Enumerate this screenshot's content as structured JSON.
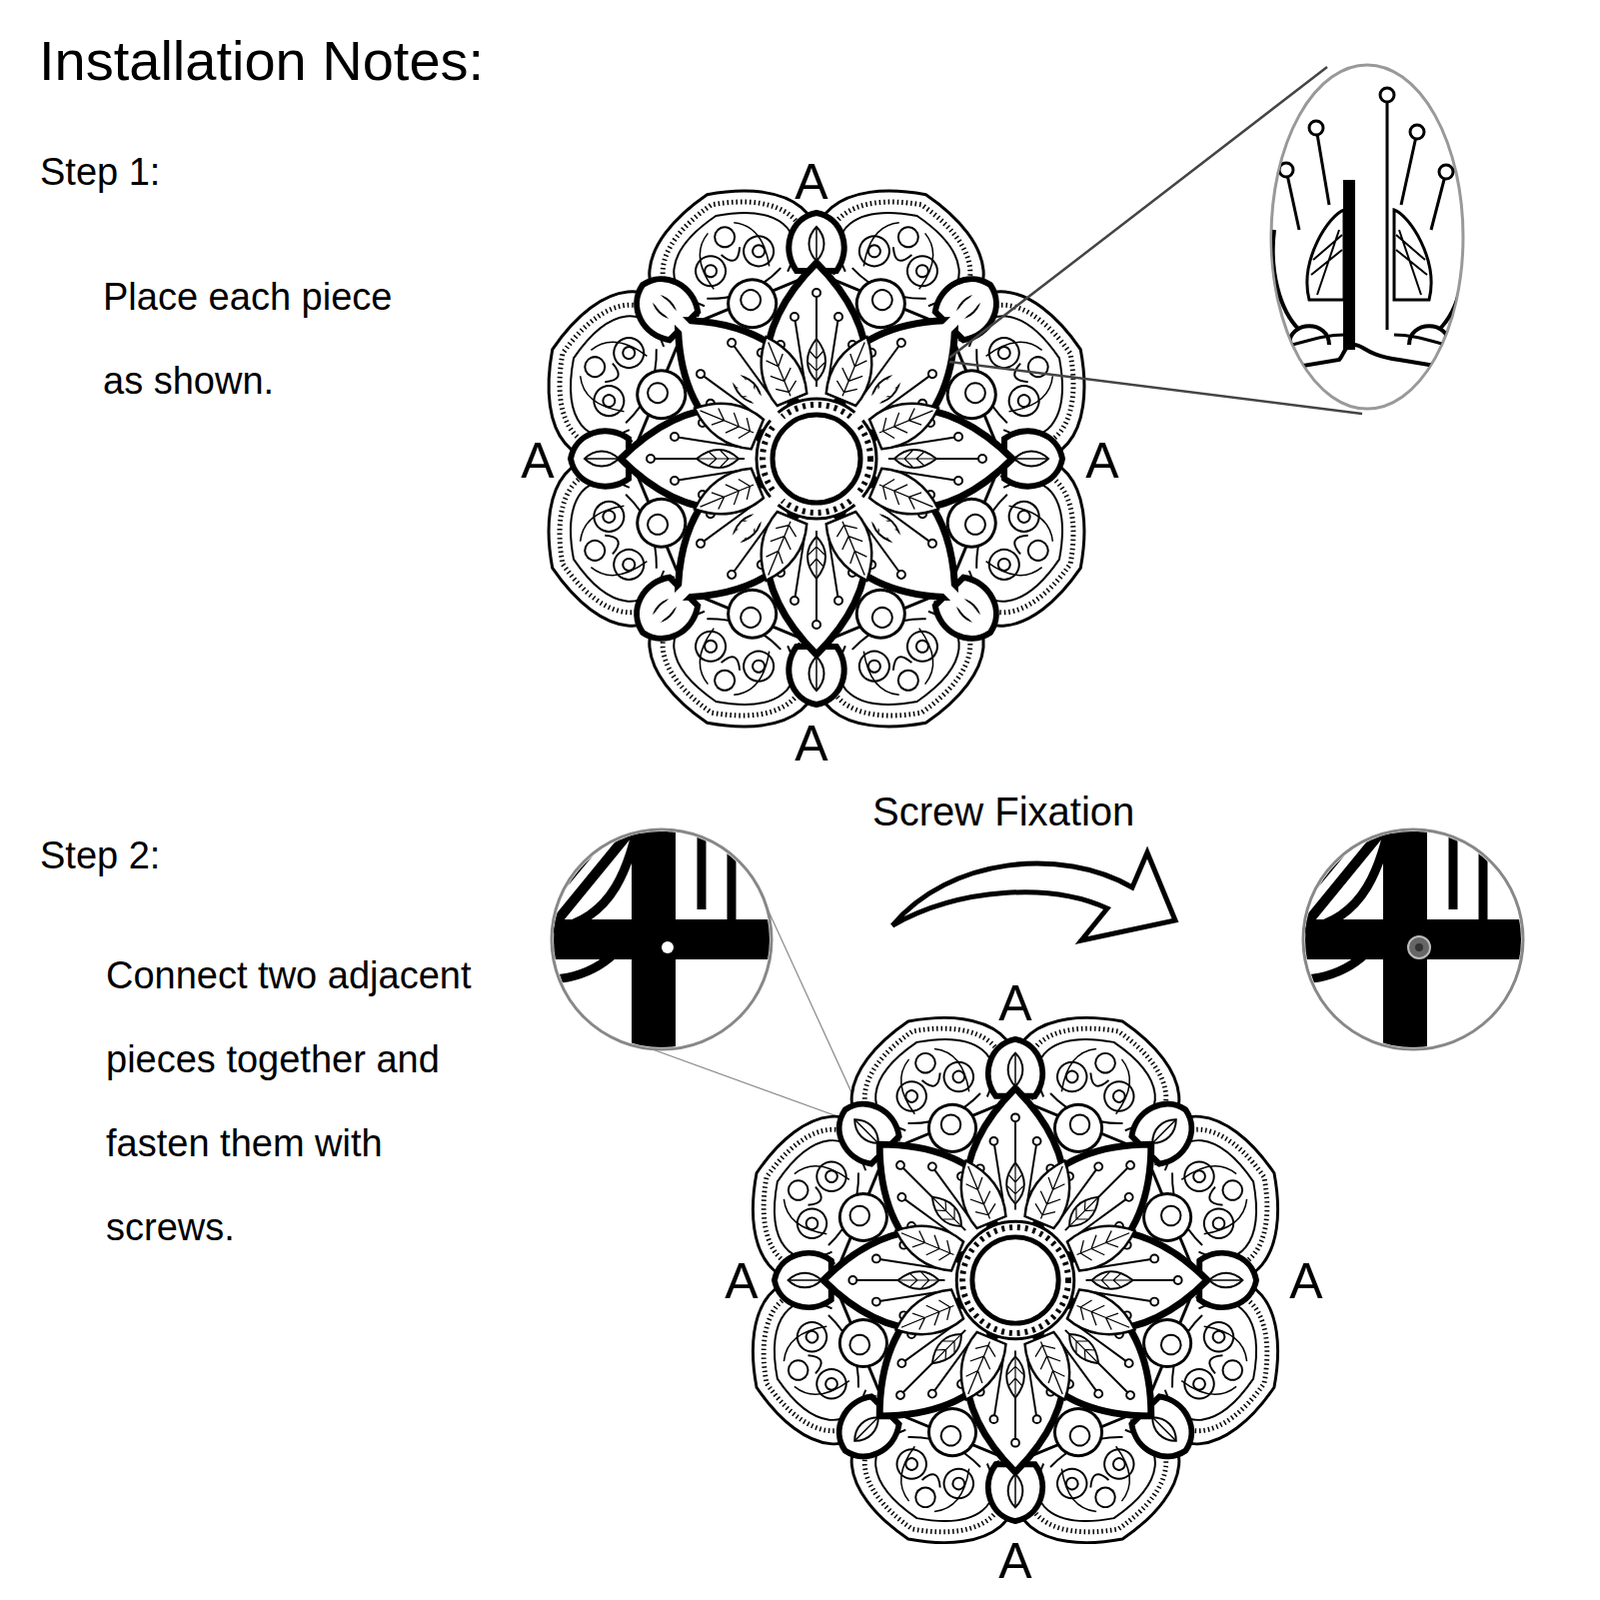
{
  "diagram": {
    "title": "Installation Notes:",
    "labels": [
      "Step 1:",
      "Place each piece as shown.",
      "A",
      "A",
      "A",
      "A",
      "Step 2:",
      "Connect two adjacent pieces together and fasten them with screws.",
      "Screw Fixation",
      "A",
      "A",
      "A",
      "A"
    ]
  }
}
